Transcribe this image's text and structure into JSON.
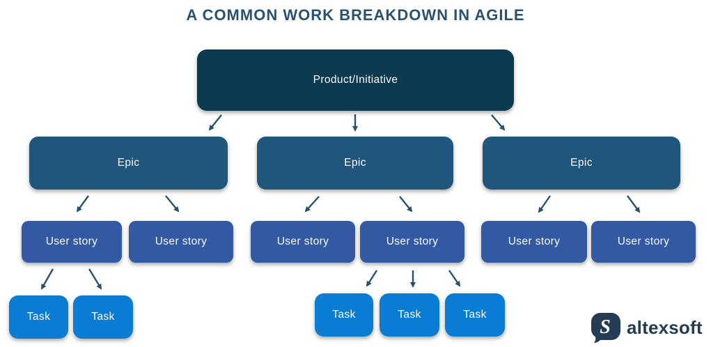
{
  "title": "A COMMON WORK BREAKDOWN IN AGILE",
  "colors": {
    "title_text": "#2A5170",
    "product_bg": "#0C3A50",
    "epic_bg": "#20567C",
    "story_bg": "#3259A1",
    "task_bg": "#0A7CD3",
    "arrow": "#26506F",
    "logo": "#243C54"
  },
  "nodes": {
    "product": {
      "label": "Product/Initiative"
    },
    "epics": [
      {
        "label": "Epic"
      },
      {
        "label": "Epic"
      },
      {
        "label": "Epic"
      }
    ],
    "user_stories": [
      {
        "label": "User story"
      },
      {
        "label": "User story"
      },
      {
        "label": "User story"
      },
      {
        "label": "User story"
      },
      {
        "label": "User story"
      },
      {
        "label": "User story"
      }
    ],
    "tasks": [
      {
        "label": "Task"
      },
      {
        "label": "Task"
      },
      {
        "label": "Task"
      },
      {
        "label": "Task"
      },
      {
        "label": "Task"
      }
    ]
  },
  "branding": {
    "logo_text": "altexsoft",
    "logo_icon": "altexsoft-speech-bubble-icon"
  }
}
